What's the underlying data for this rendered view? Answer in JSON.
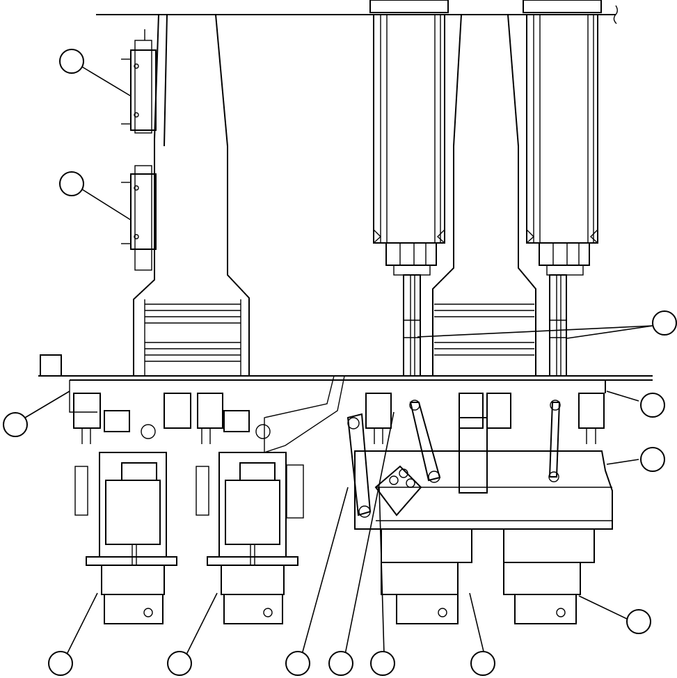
{
  "diagram": {
    "callouts": [
      {
        "id": "c1",
        "label": ""
      },
      {
        "id": "c2",
        "label": ""
      },
      {
        "id": "c3",
        "label": ""
      },
      {
        "id": "c4",
        "label": ""
      },
      {
        "id": "c5",
        "label": ""
      },
      {
        "id": "c6",
        "label": ""
      },
      {
        "id": "c7",
        "label": ""
      },
      {
        "id": "c8",
        "label": ""
      },
      {
        "id": "c9",
        "label": ""
      },
      {
        "id": "c10",
        "label": ""
      },
      {
        "id": "c11",
        "label": ""
      },
      {
        "id": "c12",
        "label": ""
      },
      {
        "id": "c13",
        "label": ""
      }
    ]
  }
}
